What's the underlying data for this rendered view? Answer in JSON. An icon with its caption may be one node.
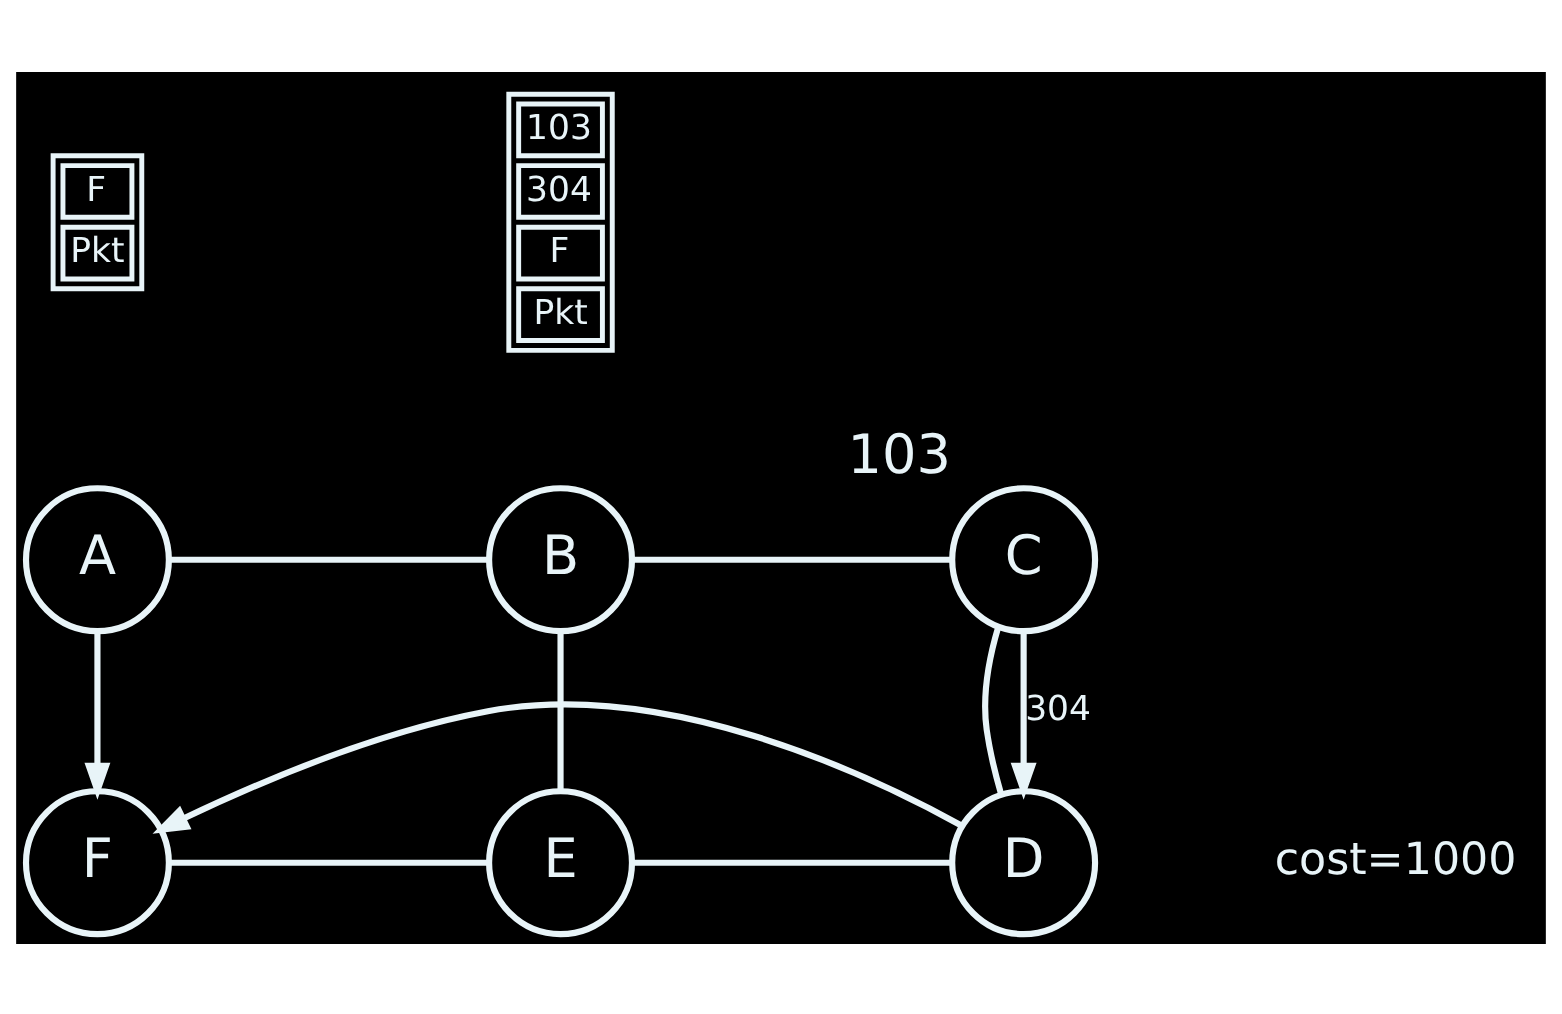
{
  "diagram": {
    "nodes": [
      {
        "text": [
          "F",
          "Pkt"
        ]
      },
      {
        "text": [
          "103",
          "304",
          "F",
          "Pkt"
        ]
      },
      {
        "text": [
          "A"
        ]
      },
      {
        "text": [
          "B"
        ]
      },
      {
        "text": [
          "C"
        ],
        "beside": [
          "103"
        ]
      },
      {
        "text": [
          "F"
        ]
      },
      {
        "text": [
          "E"
        ]
      },
      {
        "text": [
          "D"
        ]
      }
    ],
    "edges": [
      {
        "from": 2,
        "to": 3,
        "arrow": "none"
      },
      {
        "from": 3,
        "to": 4,
        "arrow": "none"
      },
      {
        "from": 3,
        "to": 6,
        "arrow": "none"
      },
      {
        "from": 4,
        "to": 7,
        "arrow": "none"
      },
      {
        "from": 4,
        "to": 7,
        "arrow": "to",
        "label": "304"
      },
      {
        "from": 2,
        "to": 5,
        "arrow": "to"
      },
      {
        "from": 5,
        "to": 6,
        "arrow": "none"
      },
      {
        "from": 6,
        "to": 7,
        "arrow": "none"
      },
      {
        "from": 7,
        "to": 5,
        "arrow": "to"
      }
    ],
    "labels": [
      "cost=1000"
    ]
  }
}
